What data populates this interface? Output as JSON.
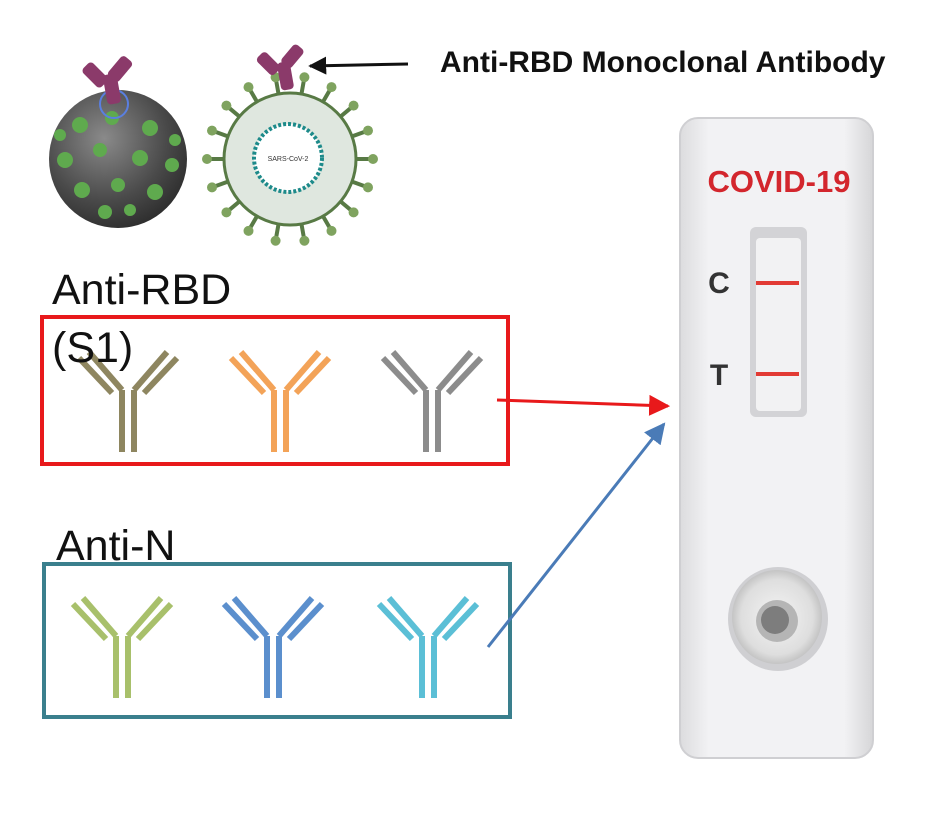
{
  "header": {
    "antibody_label": "Anti-RBD Monoclonal Antibody"
  },
  "virus_label": "SARS-CoV-2",
  "groups": {
    "rbd": {
      "title": "Anti-RBD",
      "subtitle": "(S1)",
      "border_color": "#e8191b",
      "antibodies": [
        {
          "color": "#8e8660"
        },
        {
          "color": "#f3a358"
        },
        {
          "color": "#8c8c8c"
        }
      ]
    },
    "n": {
      "title": "Anti-N",
      "border_color": "#3a7f8d",
      "antibodies": [
        {
          "color": "#a8c06b"
        },
        {
          "color": "#5b8fcd"
        },
        {
          "color": "#5bbfd6"
        }
      ]
    }
  },
  "cassette": {
    "title": "COVID-19",
    "control_label": "C",
    "test_label": "T",
    "title_color": "#d3262d",
    "line_color": "#e23b34"
  },
  "arrows": {
    "rbd_color": "#e8191b",
    "n_color": "#4a7bb7",
    "label_arrow_color": "#111111"
  }
}
